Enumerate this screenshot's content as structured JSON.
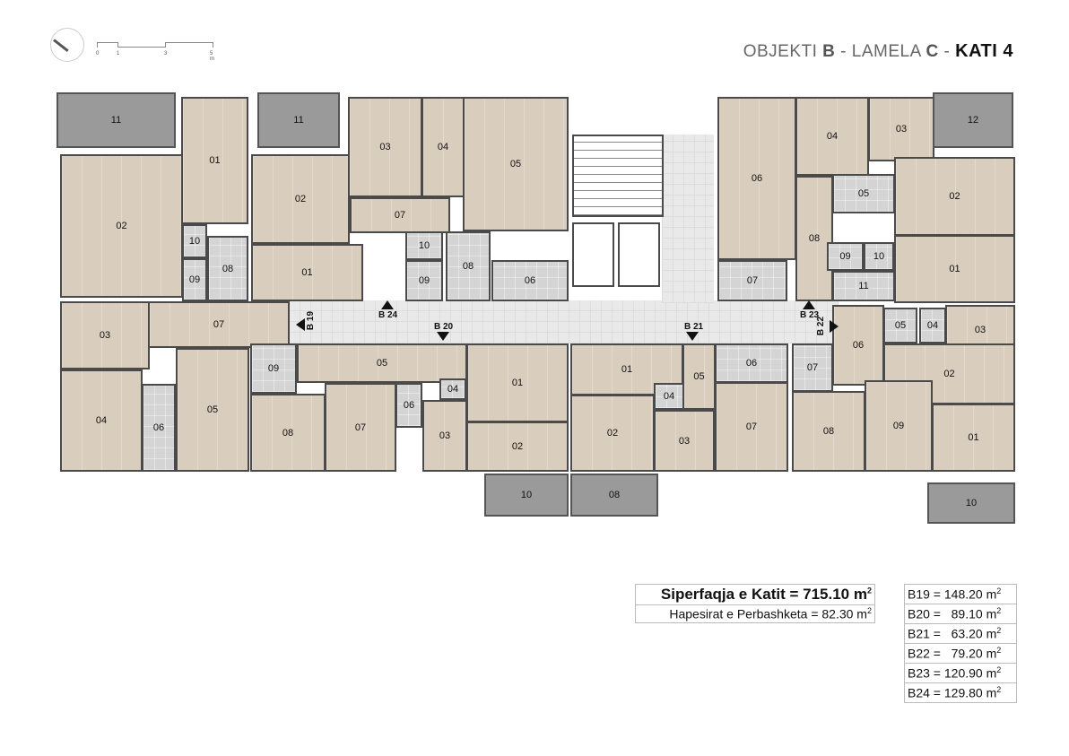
{
  "header": {
    "title_prefix": "OBJEKTI ",
    "title_b": "B",
    "title_mid": " - LAMELA ",
    "title_c": "C",
    "title_sep": " - ",
    "title_floor": "KATI 4"
  },
  "scale_bar": {
    "labels": [
      "0",
      "1",
      "3",
      "5 m"
    ]
  },
  "units": {
    "B19": [
      "11",
      "01",
      "02",
      "10",
      "09",
      "08",
      "07",
      "03",
      "04",
      "06",
      "05"
    ],
    "B24": [
      "11",
      "02",
      "01",
      "03",
      "07",
      "04",
      "05",
      "10",
      "09",
      "08",
      "06"
    ],
    "B20": [
      "09",
      "05",
      "08",
      "07",
      "06",
      "04",
      "03",
      "01",
      "02",
      "10"
    ],
    "B21": [
      "01",
      "02",
      "04",
      "03",
      "05",
      "06",
      "07",
      "08"
    ],
    "B22": [
      "07",
      "08",
      "06",
      "05",
      "04",
      "03",
      "02",
      "09",
      "01",
      "10"
    ],
    "B23": [
      "06",
      "07",
      "04",
      "05",
      "08",
      "09",
      "10",
      "11",
      "03",
      "12",
      "02",
      "01"
    ]
  },
  "markers": [
    "B 19",
    "B 24",
    "B 20",
    "B 21",
    "B 23",
    "B 22"
  ],
  "summary": {
    "total_label": "Siperfaqja e Katit = 715.10 m",
    "common_label": "Hapesirat e Perbashketa  = 82.30 m",
    "sup": "2"
  },
  "unit_areas": [
    {
      "label": "B19 = 148.20 m"
    },
    {
      "label": "B20 =   89.10 m"
    },
    {
      "label": "B21 =   63.20 m"
    },
    {
      "label": "B22 =   79.20 m"
    },
    {
      "label": "B23 = 120.90 m"
    },
    {
      "label": "B24 = 129.80 m"
    }
  ]
}
